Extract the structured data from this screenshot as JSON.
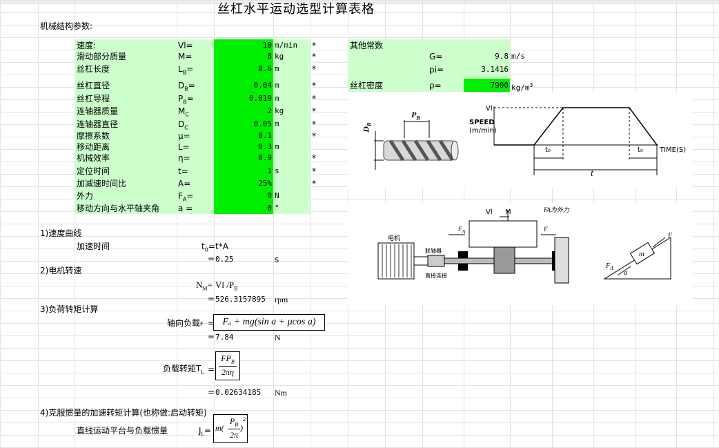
{
  "title": "丝杠水平运动选型计算表格",
  "section_mech": "机械结构参数:",
  "params": [
    {
      "name": "速度:",
      "sym": "Vl=",
      "val": "10",
      "unit": "m/min",
      "star": "*"
    },
    {
      "name": "滑动部分质量",
      "sym": "M=",
      "val": "8",
      "unit": "kg",
      "star": "*"
    },
    {
      "name": "丝杠长度",
      "sym": "L",
      "sub": "B",
      "symeq": "=",
      "val": "0.6",
      "unit": "m",
      "star": "*"
    },
    {
      "name": "丝杠直径",
      "sym": "D",
      "sub": "B",
      "symeq": "=",
      "val": "0.04",
      "unit": "m",
      "star": "*"
    },
    {
      "name": "丝杠导程",
      "sym": "P",
      "sub": "B",
      "symeq": "=",
      "val": "0.019",
      "unit": "m",
      "star": "*"
    },
    {
      "name": "连轴器质量",
      "sym": "M",
      "sub": "C",
      "symeq": "",
      "val": "2",
      "unit": "kg",
      "star": "*"
    },
    {
      "name": "连轴器直径",
      "sym": "D",
      "sub": "C",
      "symeq": "",
      "val": "0.05",
      "unit": "m",
      "star": "*"
    },
    {
      "name": "摩擦系数",
      "sym": "μ=",
      "val": "0.1",
      "unit": "",
      "star": "*"
    },
    {
      "name": "移动距离",
      "sym": "L=",
      "val": "0.3",
      "unit": "m",
      "star": ""
    },
    {
      "name": "机械效率",
      "sym": "η=",
      "val": "0.9",
      "unit": "",
      "star": "*"
    },
    {
      "name": "定位时间",
      "sym": "t=",
      "val": "1",
      "unit": "s",
      "star": "*"
    },
    {
      "name": "加减速时间比",
      "sym": "A=",
      "val": "25%",
      "unit": "",
      "star": "*"
    },
    {
      "name": "外力",
      "sym": "F",
      "sub": "A",
      "symeq": "=",
      "val": "0",
      "unit": "N",
      "star": ""
    },
    {
      "name": "移动方向与水平轴夹角",
      "sym": "a =",
      "val": "0",
      "unit": "°",
      "star": ""
    }
  ],
  "constants": {
    "heading": "其他常数",
    "g_sym": "G=",
    "g_val": "9.8",
    "g_unit": "m/s",
    "pi_sym": "pi=",
    "pi_val": "3.1416",
    "rho_label": "丝杠密度",
    "rho_sym": "ρ=",
    "rho_val": "7900",
    "rho_unit": "kg/m",
    "rho_exp": "3"
  },
  "sec1": {
    "heading": "1)速度曲线",
    "label": "加速时间",
    "lhs": "t",
    "lhs_sub": "0",
    "eq": "=",
    "formula": "t*A",
    "result": "0.25",
    "unit": "s"
  },
  "sec2": {
    "heading": "2)电机转速",
    "lhs": "N",
    "lhs_sub": "M",
    "eq": "=",
    "formula": "Vl /P",
    "formula_sub": "B",
    "result": "526.3157895",
    "unit": "rpm"
  },
  "sec3": {
    "heading": "3)负荷转矩计算",
    "axial_label": "轴向负载",
    "axial_sym": "F",
    "eq": "=",
    "axial_formula": "Fₐ + mg(sin a + μcos a)",
    "axial_result": "7.84",
    "axial_unit": "N",
    "torque_label": "负载转矩",
    "torque_sym": "T",
    "torque_sub": "L",
    "torque_num": "FP",
    "torque_num_sub": "B",
    "torque_den": "2πη",
    "torque_result": "0.02634185",
    "torque_unit": "Nm"
  },
  "sec4": {
    "heading": "4)克服惯量的加速转矩计算(也称做:启动转矩)",
    "label": "直线运动平台与负载惯量",
    "sym": "J",
    "sub": "L",
    "eq": "=",
    "formula_pre": "m(",
    "formula_num": "P",
    "formula_num_sub": "B",
    "formula_den": "2π",
    "formula_post": ")",
    "formula_exp": "2"
  },
  "diagram1": {
    "pb_label": "P",
    "pb_sub": "B",
    "db_label": "D",
    "db_sub": "B",
    "vl_label": "Vl",
    "speed_label": "SPEED",
    "speed_unit": "(m/min)",
    "t0a": "t₀",
    "t0b": "t₀",
    "t_label": "t",
    "time_label": "TIME(S)"
  },
  "diagram2": {
    "vl": "Vl",
    "m": "M",
    "fa_note": "FA为外力",
    "fa": "F",
    "fa_sub": "A",
    "f": "F",
    "motor": "电机",
    "coupling": "联轴器",
    "direct": "直接连接",
    "incline_fa": "F",
    "incline_fa_sub": "A",
    "incline_m": "m",
    "incline_f": "F",
    "incline_alpha": "α"
  }
}
